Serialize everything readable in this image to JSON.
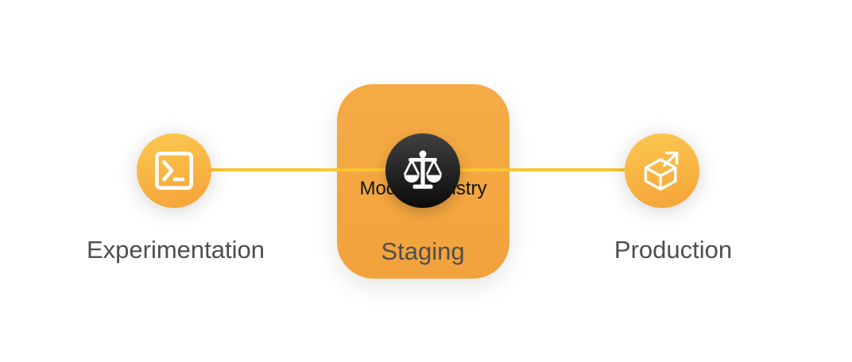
{
  "diagram": {
    "stages": [
      {
        "id": "experimentation",
        "label": "Experimentation",
        "icon": "terminal-icon"
      },
      {
        "id": "staging",
        "label": "Staging",
        "card_title": "Model Registry",
        "icon": "balance-scale-icon"
      },
      {
        "id": "production",
        "label": "Production",
        "icon": "cube-arrow-icon"
      }
    ],
    "colors": {
      "background": "#FFFFFF",
      "node_gradient_top": "#FCC850",
      "node_gradient_bottom": "#F5A339",
      "card_background_top": "#F5AB46",
      "card_background_bottom": "#F2A23C",
      "connector": "#FBC62F",
      "badge_gradient_top": "#404040",
      "badge_gradient_bottom": "#0B0B0B",
      "label_text": "#4E4E4E",
      "card_title_text": "#131313",
      "icon_color": "#FFFFFF"
    }
  }
}
